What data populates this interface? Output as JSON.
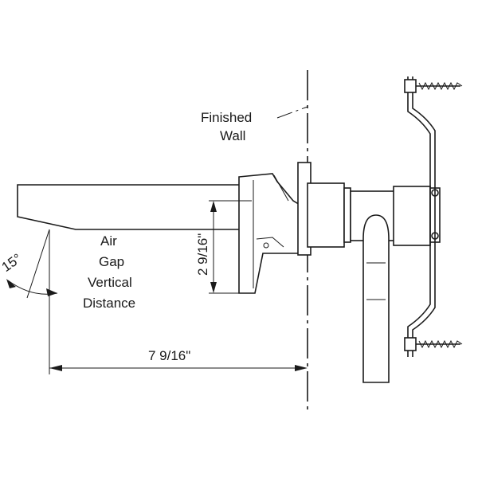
{
  "labels": {
    "finished_wall": [
      "Finished",
      "Wall"
    ],
    "air_gap": [
      "Air",
      "Gap",
      "Vertical",
      "Distance"
    ],
    "angle": "15°",
    "vertical_dim": "2 9/16\"",
    "horizontal_dim": "7 9/16\""
  }
}
